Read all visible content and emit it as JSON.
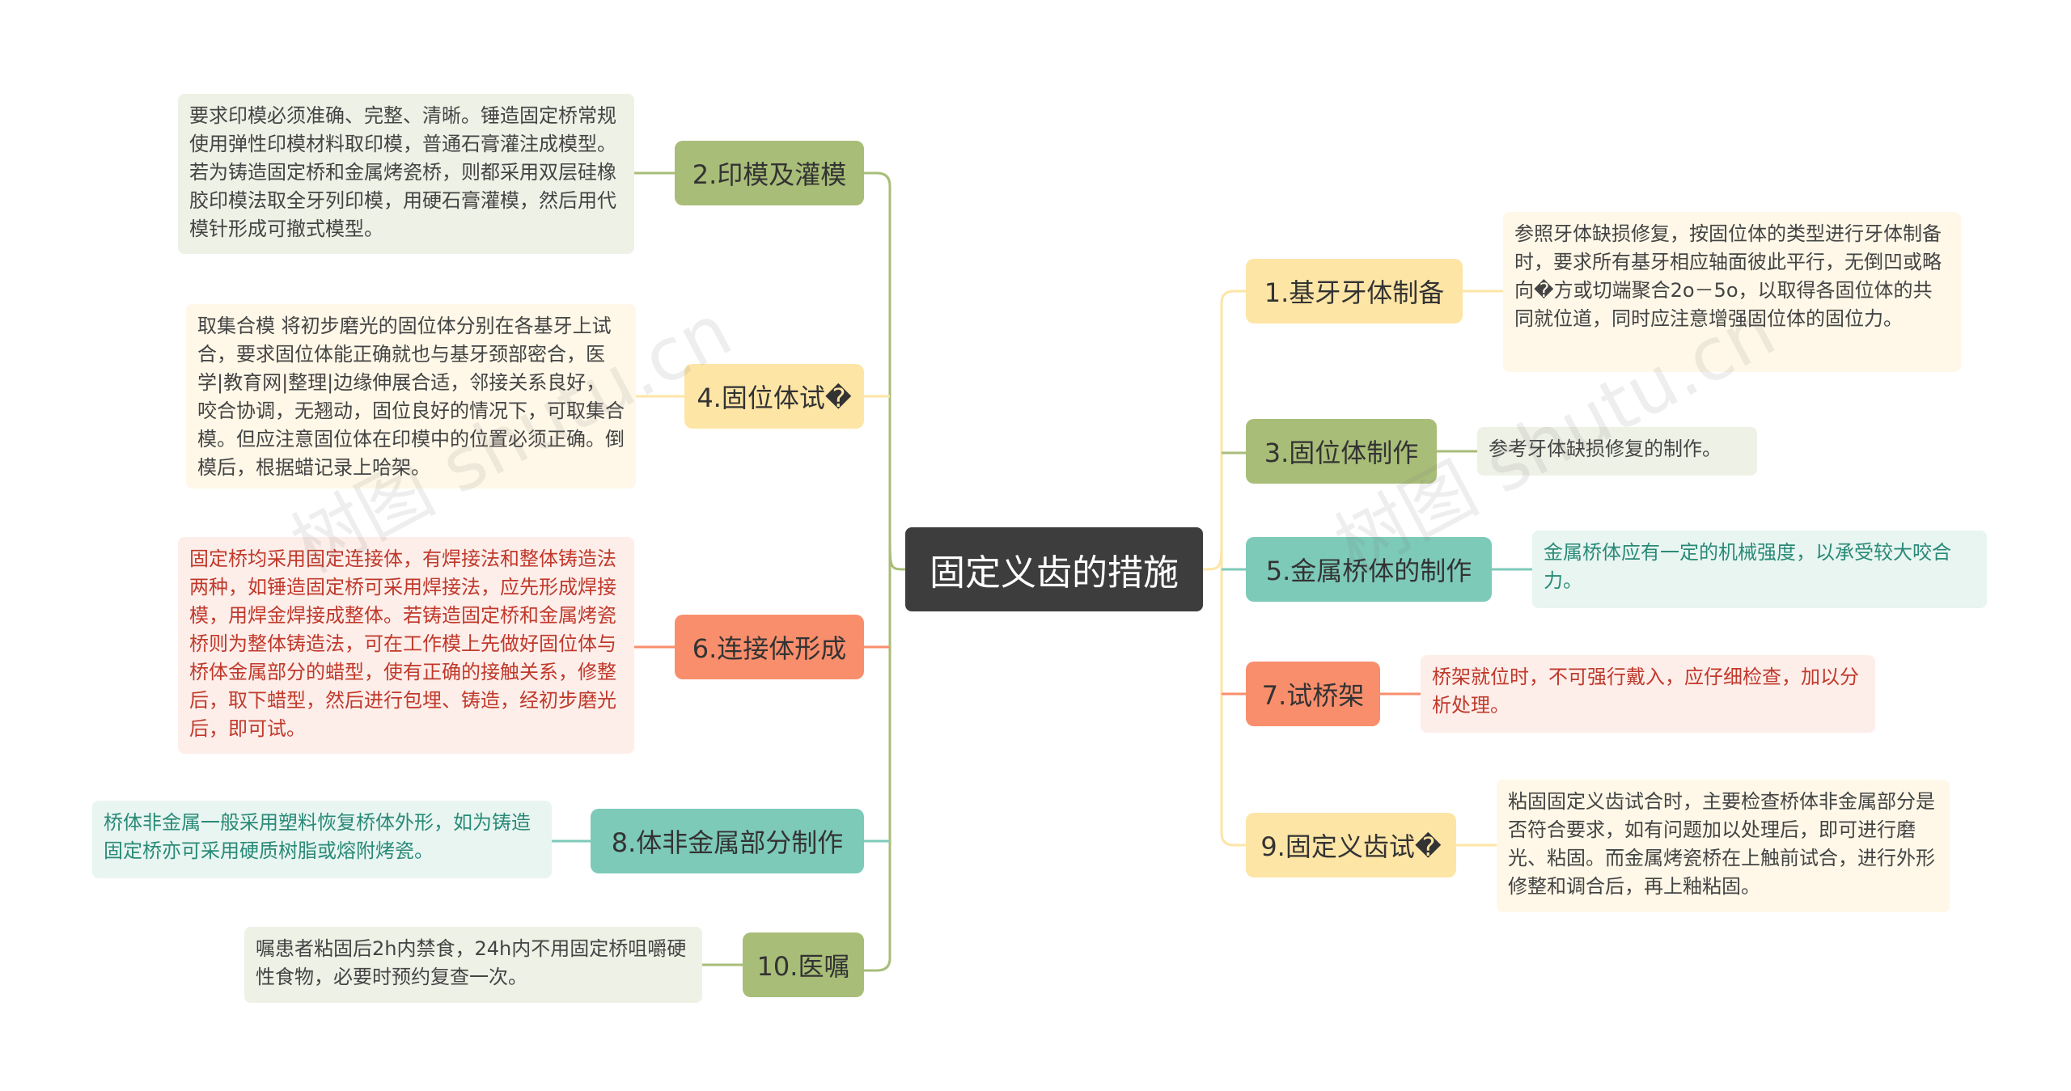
{
  "colors": {
    "root": "#3d3d3d",
    "green": "#a8bd78",
    "yellow": "#fde5a6",
    "orange": "#f98e6c",
    "teal": "#7dcab9"
  },
  "root": {
    "label": "固定义齿的措施"
  },
  "branches": [
    {
      "id": "b2",
      "label": "2.印模及灌模",
      "detail": "要求印模必须准确、完整、清晰。锤造固定桥常规使用弹性印模材料取印模，普通石膏灌注成模型。若为铸造固定桥和金属烤瓷桥，则都采用双层硅橡胶印模法取全牙列印模，用硬石膏灌模，然后用代模针形成可撤式模型。"
    },
    {
      "id": "b4",
      "label": "4.固位体试�",
      "detail": "取集合模 将初步磨光的固位体分别在各基牙上试合，要求固位体能正确就也与基牙颈部密合，医学|教育网|整理|边缘伸展合适，邻接关系良好，咬合协调，无翘动，固位良好的情况下，可取集合模。但应注意固位体在印模中的位置必须正确。倒模后，根据蜡记录上哈架。"
    },
    {
      "id": "b6",
      "label": "6.连接体形成",
      "detail": "固定桥均采用固定连接体，有焊接法和整体铸造法两种，如锤造固定桥可采用焊接法，应先形成焊接模，用焊金焊接成整体。若铸造固定桥和金属烤瓷桥则为整体铸造法，可在工作模上先做好固位体与桥体金属部分的蜡型，使有正确的接触关系，修整后，取下蜡型，然后进行包埋、铸造，经初步磨光后，即可试。"
    },
    {
      "id": "b8",
      "label": "8.体非金属部分制作",
      "detail": "桥体非金属一般采用塑料恢复桥体外形，如为铸造固定桥亦可采用硬质树脂或熔附烤瓷。"
    },
    {
      "id": "b10",
      "label": "10.医嘱",
      "detail": "嘱患者粘固后2h内禁食，24h内不用固定桥咀嚼硬性食物，必要时预约复查一次。"
    },
    {
      "id": "b1",
      "label": "1.基牙牙体制备",
      "detail": "参照牙体缺损修复，按固位体的类型进行牙体制备时，要求所有基牙相应轴面彼此平行，无倒凹或略向�方或切端聚合2o－5o，以取得各固位体的共同就位道，同时应注意增强固位体的固位力。"
    },
    {
      "id": "b3",
      "label": "3.固位体制作",
      "detail": "参考牙体缺损修复的制作。"
    },
    {
      "id": "b5",
      "label": "5.金属桥体的制作",
      "detail": "金属桥体应有一定的机械强度，以承受较大咬合力。"
    },
    {
      "id": "b7",
      "label": "7.试桥架",
      "detail": "桥架就位时，不可强行戴入，应仔细检查，加以分析处理。"
    },
    {
      "id": "b9",
      "label": "9.固定义齿试�",
      "detail": "粘固固定义齿试合时，主要检查桥体非金属部分是否符合要求，如有问题加以处理后，即可进行磨光、粘固。而金属烤瓷桥在上触前试合，进行外形修整和调合后，再上釉粘固。"
    }
  ],
  "watermarks": [
    "树图 shutu.cn",
    "树图 shutu.cn"
  ]
}
